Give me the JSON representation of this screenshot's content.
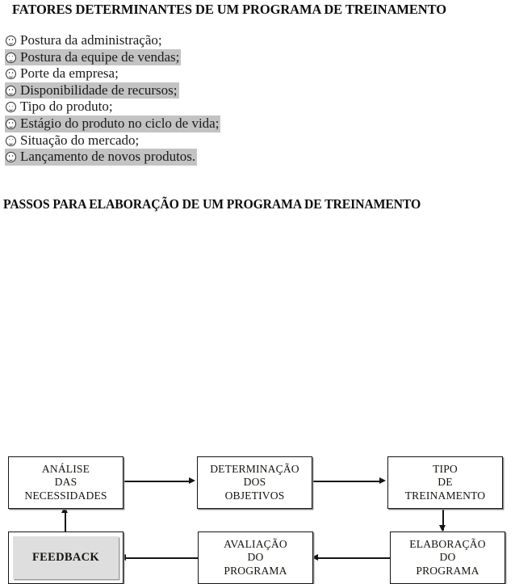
{
  "headings": {
    "factors": "FATORES DETERMINANTES DE UM PROGRAMA DE TREINAMENTO",
    "steps": "PASSOS PARA ELABORAÇÃO DE UM PROGRAMA DE TREINAMENTO"
  },
  "bullet_icon": "smiley-face-icon",
  "factors": [
    {
      "text": "Postura da administração;",
      "highlighted": false
    },
    {
      "text": "Postura da equipe de vendas;",
      "highlighted": true
    },
    {
      "text": "Porte da empresa;",
      "highlighted": false
    },
    {
      "text": "Disponibilidade de recursos;",
      "highlighted": true
    },
    {
      "text": "Tipo do produto;",
      "highlighted": false
    },
    {
      "text": "Estágio do produto no ciclo de vida;",
      "highlighted": true
    },
    {
      "text": "Situação do mercado;",
      "highlighted": false
    },
    {
      "text": "Lançamento de novos produtos.",
      "highlighted": true
    }
  ],
  "flowchart": {
    "boxes": [
      {
        "id": "analise",
        "lines": [
          "ANÁLISE",
          "DAS",
          "NECESSIDADES"
        ]
      },
      {
        "id": "determinacao",
        "lines": [
          "DETERMINAÇÃO",
          "DOS",
          "OBJETIVOS"
        ]
      },
      {
        "id": "tipo",
        "lines": [
          "TIPO",
          "DE",
          "TREINAMENTO"
        ]
      },
      {
        "id": "elaboracao",
        "lines": [
          "ELABORAÇÃO",
          "DO",
          "PROGRAMA"
        ]
      },
      {
        "id": "avaliacao",
        "lines": [
          "AVALIAÇÃO",
          "DO",
          "PROGRAMA"
        ]
      },
      {
        "id": "feedback",
        "lines": [
          "FEEDBACK"
        ]
      }
    ]
  },
  "colors": {
    "highlight": "#c3c3c3",
    "feedback_fill": "#dedede",
    "line": "#151515",
    "text": "#14140f",
    "background": "#ffffff"
  }
}
